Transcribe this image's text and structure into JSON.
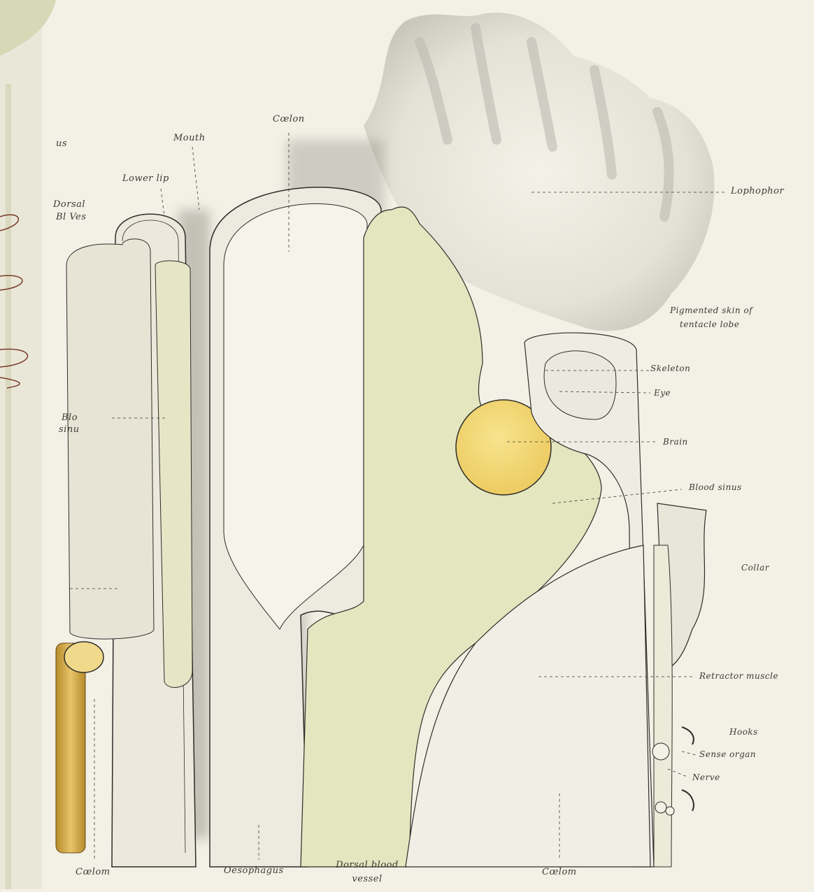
{
  "figure": {
    "labels": {
      "coelom_top": "Cœlon",
      "mouth": "Mouth",
      "lower_lip": "Lower lip",
      "dorsal_bl_ves_1": "Dorsal",
      "dorsal_bl_ves_2": "Bl Ves",
      "left_frag": "us",
      "blood_sinus_1": "Blo",
      "blood_sinus_2": "sinu",
      "lophophor": "Lophophor",
      "pigmented_skin_1": "Pigmented skin of",
      "pigmented_skin_2": "tentacle lobe",
      "skeleton": "Skeleton",
      "eye": "Eye",
      "brain": "Brain",
      "blood_sinus_right": "Blood sinus",
      "collar": "Collar",
      "retractor_muscle": "Retractor muscle",
      "hooks": "Hooks",
      "sense_organ": "Sense organ",
      "nerve": "Nerve",
      "coelom_bottom_left": "Cœlom",
      "oesophagus": "Oesophagus",
      "dorsal_blood_vessel_1": "Dorsal blood",
      "dorsal_blood_vessel_2": "vessel",
      "coelom_bottom_right": "Cœlom"
    },
    "colors": {
      "background": "#f3f1e6",
      "yolk_green": "#e4e6bf",
      "brain_yellow": "#f1d97a",
      "vessel_orange": "#d8b455",
      "outline": "#2d2d2a",
      "shading": "#8b8b80"
    }
  }
}
